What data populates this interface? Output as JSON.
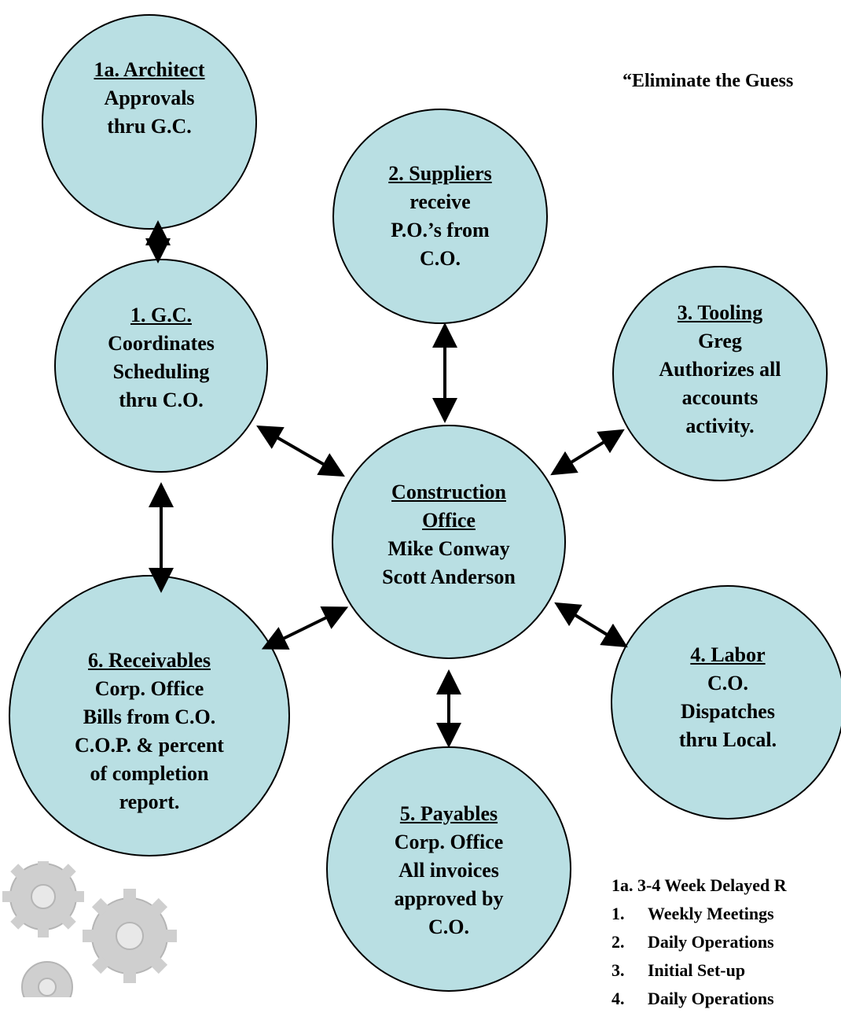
{
  "tagline": "“Eliminate the Guess",
  "nodes": {
    "architect": {
      "title": "1a. Architect",
      "lines": [
        "Approvals",
        "thru G.C."
      ]
    },
    "gc": {
      "title": "1. G.C.",
      "lines": [
        "Coordinates",
        "Scheduling",
        "thru C.O."
      ]
    },
    "suppliers": {
      "title": "2. Suppliers",
      "lines": [
        "receive",
        "P.O.’s from",
        "C.O."
      ]
    },
    "tooling": {
      "title": "3. Tooling",
      "lines": [
        "Greg",
        "Authorizes all",
        "accounts",
        "activity."
      ]
    },
    "center": {
      "title1": "Construction",
      "title2": "Office",
      "lines": [
        "Mike Conway",
        "Scott Anderson"
      ]
    },
    "labor": {
      "title": "4. Labor",
      "lines": [
        "C.O.",
        "Dispatches",
        "thru Local."
      ]
    },
    "receivables": {
      "title": "6. Receivables",
      "lines": [
        "Corp. Office",
        "Bills from C.O.",
        "C.O.P. & percent",
        "of completion",
        "report."
      ]
    },
    "payables": {
      "title": "5. Payables",
      "lines": [
        "Corp. Office",
        "All invoices",
        "approved by",
        "C.O."
      ]
    }
  },
  "legend": {
    "heading": "1a. 3-4 Week Delayed R",
    "items": [
      {
        "num": "1.",
        "text": "Weekly Meetings"
      },
      {
        "num": "2.",
        "text": "Daily Operations"
      },
      {
        "num": "3.",
        "text": "Initial Set-up"
      },
      {
        "num": "4.",
        "text": "Daily Operations"
      }
    ]
  },
  "colors": {
    "circle_fill": "#b9dfe3",
    "stroke": "#000000",
    "gear": "#c9c9c9"
  }
}
